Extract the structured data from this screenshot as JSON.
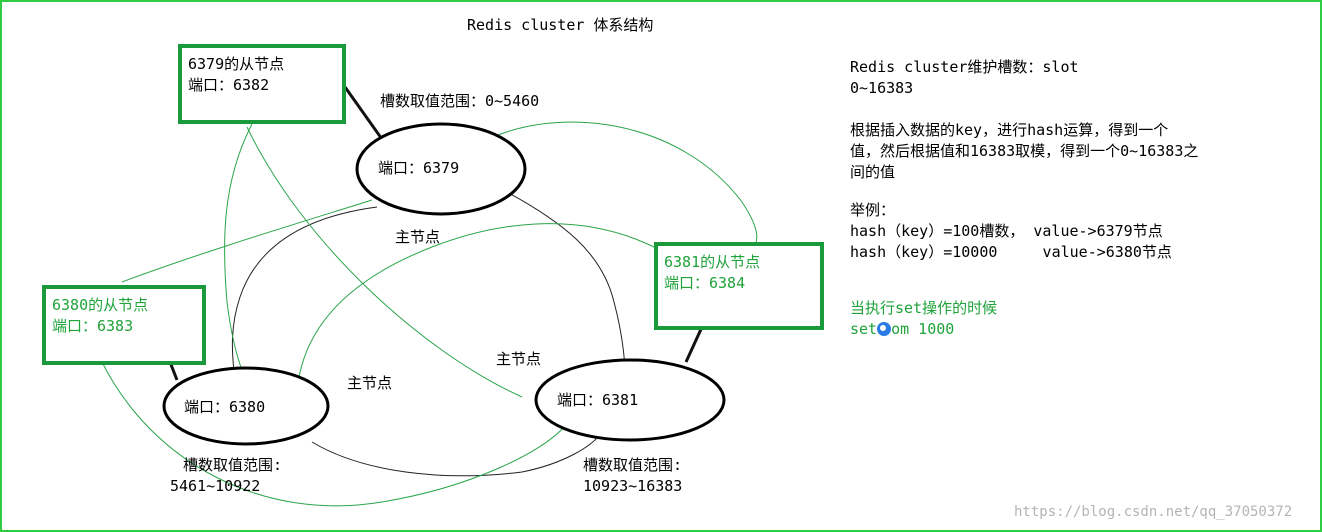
{
  "title": "Redis cluster 体系结构",
  "masters": [
    {
      "label": "端口：6379",
      "role": "主节点",
      "range_label": "槽数取值范围：0~5460"
    },
    {
      "label": "端口：6380",
      "role": "主节点",
      "range_label_line1": "槽数取值范围:",
      "range_label_line2": "5461~10922"
    },
    {
      "label": "端口：6381",
      "role": "主节点",
      "range_label_line1": "槽数取值范围:",
      "range_label_line2": "10923~16383"
    }
  ],
  "slaves": [
    {
      "title": "6379的从节点",
      "port": "端口：6382"
    },
    {
      "title": "6380的从节点",
      "port": "端口：6383"
    },
    {
      "title": "6381的从节点",
      "port": "端口：6384"
    }
  ],
  "notes": {
    "slot_line1": "Redis cluster维护槽数：slot",
    "slot_line2": "0~16383",
    "hash_line1": "根据插入数据的key，进行hash运算，得到一个",
    "hash_line2": "值，然后根据值和16383取模，得到一个0~16383之",
    "hash_line3": "间的值",
    "example_title": "举例：",
    "example_line1": "hash（key）=100槽数， value->6379节点",
    "example_line2": "hash（key）=10000     value->6380节点",
    "set_line1": "当执行set操作的时候",
    "set_line2_prefix": "set",
    "set_line2_suffix": "om 1000"
  },
  "watermark": "https://blog.csdn.net/qq_37050372",
  "colors": {
    "border": "#2ecc40",
    "box": "#1a9a3c",
    "green_text": "#1fa33a",
    "watermark": "#b4b4b4"
  }
}
